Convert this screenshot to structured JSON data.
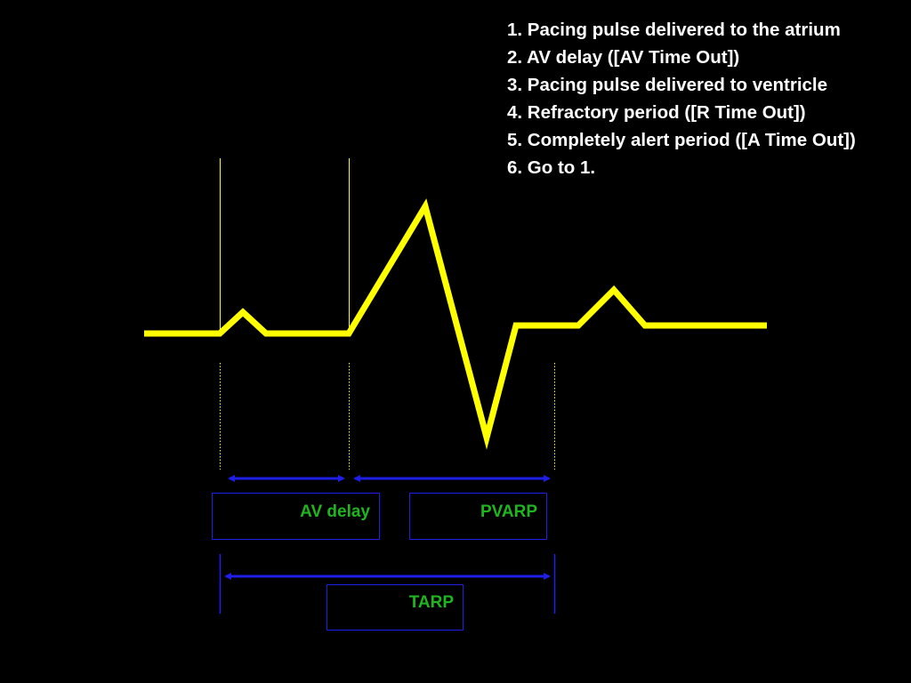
{
  "steps": [
    "1. Pacing pulse delivered to the atrium",
    "2. AV delay ([AV Time Out])",
    "3. Pacing pulse delivered to ventricle",
    "4. Refractory period ([R Time Out])",
    "5. Completely alert period ([A Time Out])",
    "6. Go to 1."
  ],
  "labels": {
    "av_delay": "AV delay",
    "pvarp": "PVARP",
    "tarp": "TARP"
  },
  "colors": {
    "background": "#000000",
    "waveform": "#ffff00",
    "marker": "#ffff00",
    "arrow": "#1e1ee6",
    "label_text": "#1fb51f",
    "step_text": "#ffffff"
  }
}
